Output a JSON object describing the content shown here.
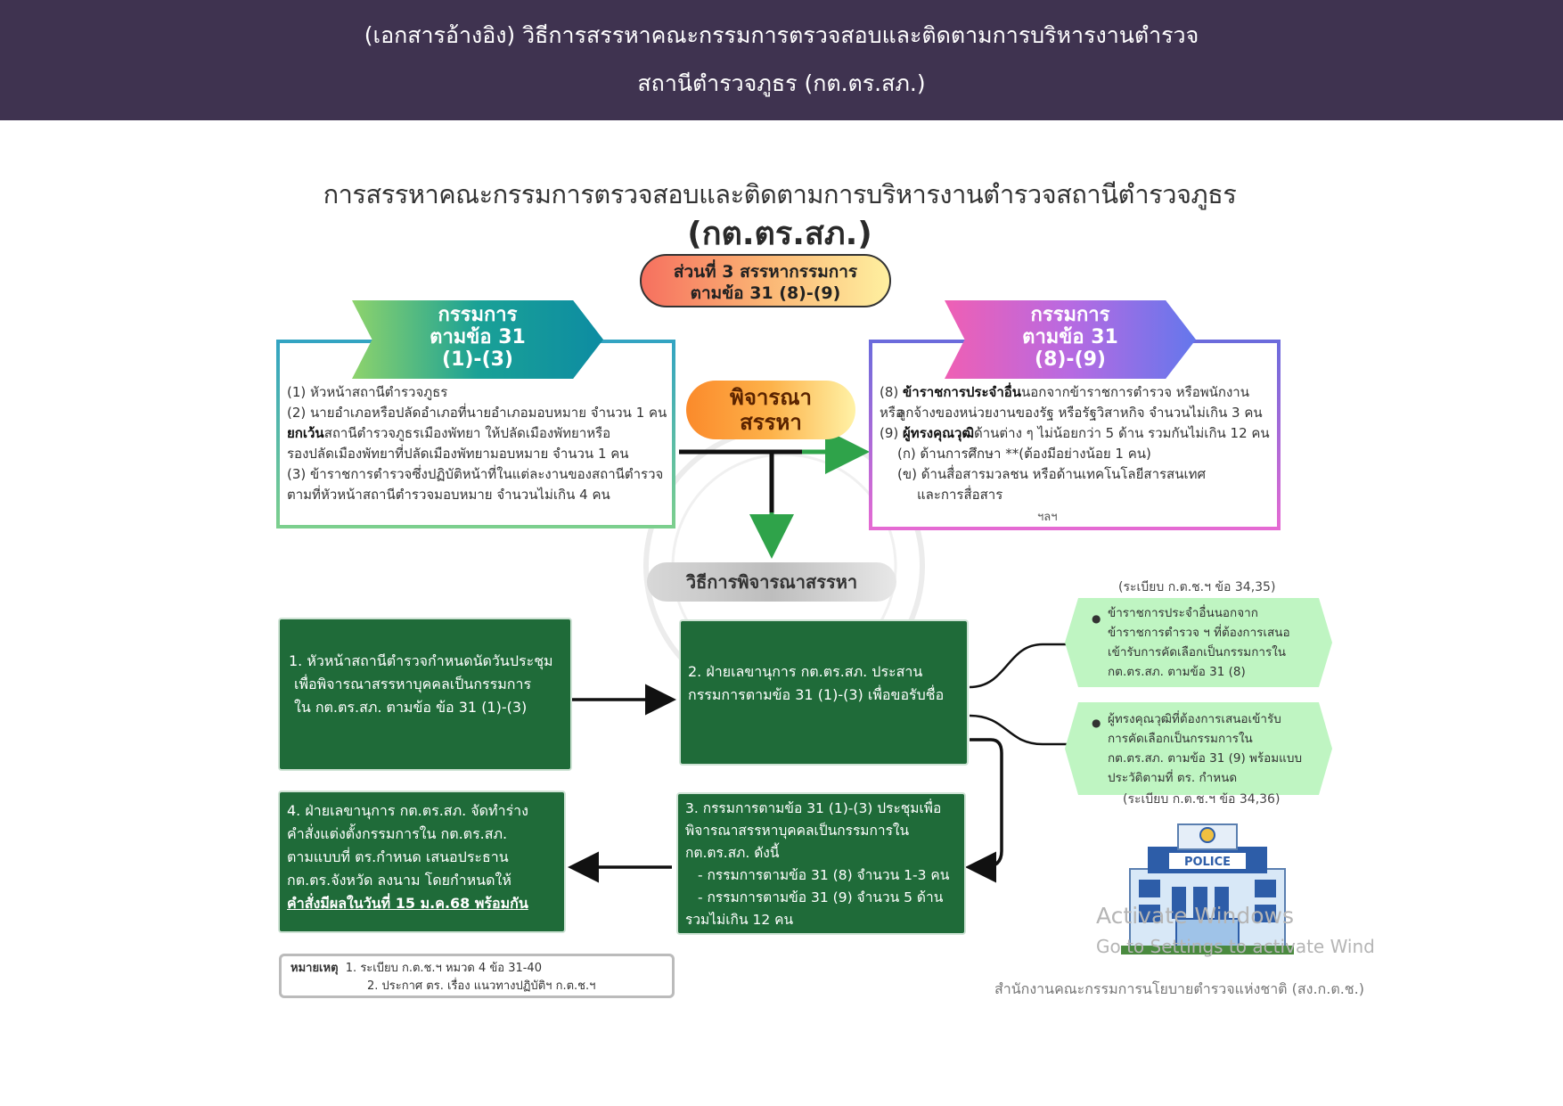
{
  "header": {
    "line1": "(เอกสารอ้างอิง)  วิธีการสรรหาคณะกรรมการตรวจสอบและติดตามการบริหารงานตำรวจ",
    "line2": "สถานีตำรวจภูธร (กต.ตร.สภ.)"
  },
  "diagram": {
    "title": "การสรรหาคณะกรรมการตรวจสอบและติดตามการบริหารงานตำรวจสถานีตำรวจภูธร",
    "subtitle": "(กต.ตร.สภ.)",
    "part3_line1": "ส่วนที่ 3 สรรหากรรมการ",
    "part3_line2": "ตามข้อ 31 (8)-(9)",
    "left_banner": {
      "l1": "กรรมการ",
      "l2": "ตามข้อ 31",
      "l3": "(1)-(3)"
    },
    "right_banner": {
      "l1": "กรรมการ",
      "l2": "ตามข้อ 31",
      "l3": "(8)-(9)"
    },
    "left_box": {
      "i1": "(1) หัวหน้าสถานีตำรวจภูธร",
      "i2": "(2) นายอำเภอหรือปลัดอำเภอที่นายอำเภอมอบหมาย จำนวน 1 คน",
      "i2_bold": "ยกเว้น",
      "i2b": "สถานีตำรวจภูธรเมืองพัทยา ให้ปลัดเมืองพัทยาหรือ",
      "i2c": "รองปลัดเมืองพัทยาที่ปลัดเมืองพัทยามอบหมาย จำนวน 1 คน",
      "i3": "(3) ข้าราชการตำรวจซึ่งปฏิบัติหน้าที่ในแต่ละงานของสถานีตำรวจ",
      "i3b": "ตามที่หัวหน้าสถานีตำรวจมอบหมาย จำนวนไม่เกิน 4 คน"
    },
    "right_box": {
      "i8_prefix": "(8) ",
      "i8_bold": "ข้าราชการประจำอื่น",
      "i8": "นอกจากข้าราชการตำรวจ หรือพนักงาน หรือ",
      "i8b": "ลูกจ้างของหน่วยงานของรัฐ หรือรัฐวิสาหกิจ จำนวนไม่เกิน 3 คน",
      "i9_prefix": "(9) ",
      "i9_bold": "ผู้ทรงคุณวุฒิ",
      "i9": "ด้านต่าง ๆ ไม่น้อยกว่า 5 ด้าน รวมกันไม่เกิน 12 คน",
      "a": "(ก) ด้านการศึกษา **(ต้องมีอย่างน้อย 1 คน)",
      "b": "(ข) ด้านสื่อสารมวลชน หรือด้านเทคโนโลยีสารสนเทศ",
      "b2": "และการสื่อสาร",
      "etc": "ฯลฯ"
    },
    "consider": {
      "l1": "พิจารณา",
      "l2": "สรรหา"
    },
    "method": "วิธีการพิจารณาสรรหา",
    "step1": {
      "l1": "1. หัวหน้าสถานีตำรวจกำหนดนัดวันประชุม",
      "l2": "เพื่อพิจารณาสรรหาบุคคลเป็นกรรมการ",
      "l3": "ใน กต.ตร.สภ. ตามข้อ ข้อ 31 (1)-(3)"
    },
    "step2": {
      "l1": "2. ฝ่ายเลขานุการ กต.ตร.สภ. ประสาน",
      "l2": "กรรมการตามข้อ 31 (1)-(3) เพื่อขอรับชื่อ"
    },
    "step3": {
      "l1": "3. กรรมการตามข้อ 31 (1)-(3) ประชุมเพื่อ",
      "l2": "พิจารณาสรรหาบุคคลเป็นกรรมการใน",
      "l3": "กต.ตร.สภ. ดังนี้",
      "l4": "- กรรมการตามข้อ 31 (8) จำนวน 1-3 คน",
      "l5": "- กรรมการตามข้อ 31 (9) จำนวน 5 ด้าน",
      "l6": "รวมไม่เกิน 12 คน"
    },
    "step4": {
      "l1": "4. ฝ่ายเลขานุการ กต.ตร.สภ. จัดทำร่าง",
      "l2": "คำสั่งแต่งตั้งกรรมการใน กต.ตร.สภ.",
      "l3": "ตามแบบที่ ตร.กำหนด เสนอประธาน",
      "l4": "กต.ตร.จังหวัด ลงนาม โดยกำหนดให้",
      "l5": "คำสั่งมีผลในวันที่ 15 ม.ค.68 พร้อมกัน"
    },
    "reg_top": "(ระเบียบ ก.ต.ช.ฯ ข้อ 34,35)",
    "reg_bottom": "(ระเบียบ ก.ต.ช.ฯ ข้อ 34,36)",
    "hex1": {
      "l1": "ข้าราชการประจำอื่นนอกจาก",
      "l2": "ข้าราชการตำรวจ ฯ ที่ต้องการเสนอ",
      "l3": "เข้ารับการคัดเลือกเป็นกรรมการใน",
      "l4": "กต.ตร.สภ. ตามข้อ 31 (8)"
    },
    "hex2": {
      "l1": "ผู้ทรงคุณวุฒิที่ต้องการเสนอเข้ารับ",
      "l2": "การคัดเลือกเป็นกรรมการใน",
      "l3": "กต.ตร.สภ. ตามข้อ 31 (9) พร้อมแบบ",
      "l4": "ประวัติตามที่ ตร. กำหนด"
    },
    "note": {
      "label": "หมายเหตุ",
      "n1": "1. ระเบียบ ก.ต.ช.ฯ หมวด 4 ข้อ 31-40",
      "n2": "2. ประกาศ ตร. เรื่อง แนวทางปฏิบัติฯ ก.ต.ช.ฯ"
    },
    "police_sign": "POLICE",
    "office": "สำนักงานคณะกรรมการนโยบายตำรวจแห่งชาติ (สง.ก.ต.ช.)",
    "watermark1": "Activate Windows",
    "watermark2": "Go to Settings to activate Wind"
  },
  "colors": {
    "header_bg": "#3f3350",
    "green_box": "#1f6b39",
    "hex_bg": "#bff5c2"
  }
}
